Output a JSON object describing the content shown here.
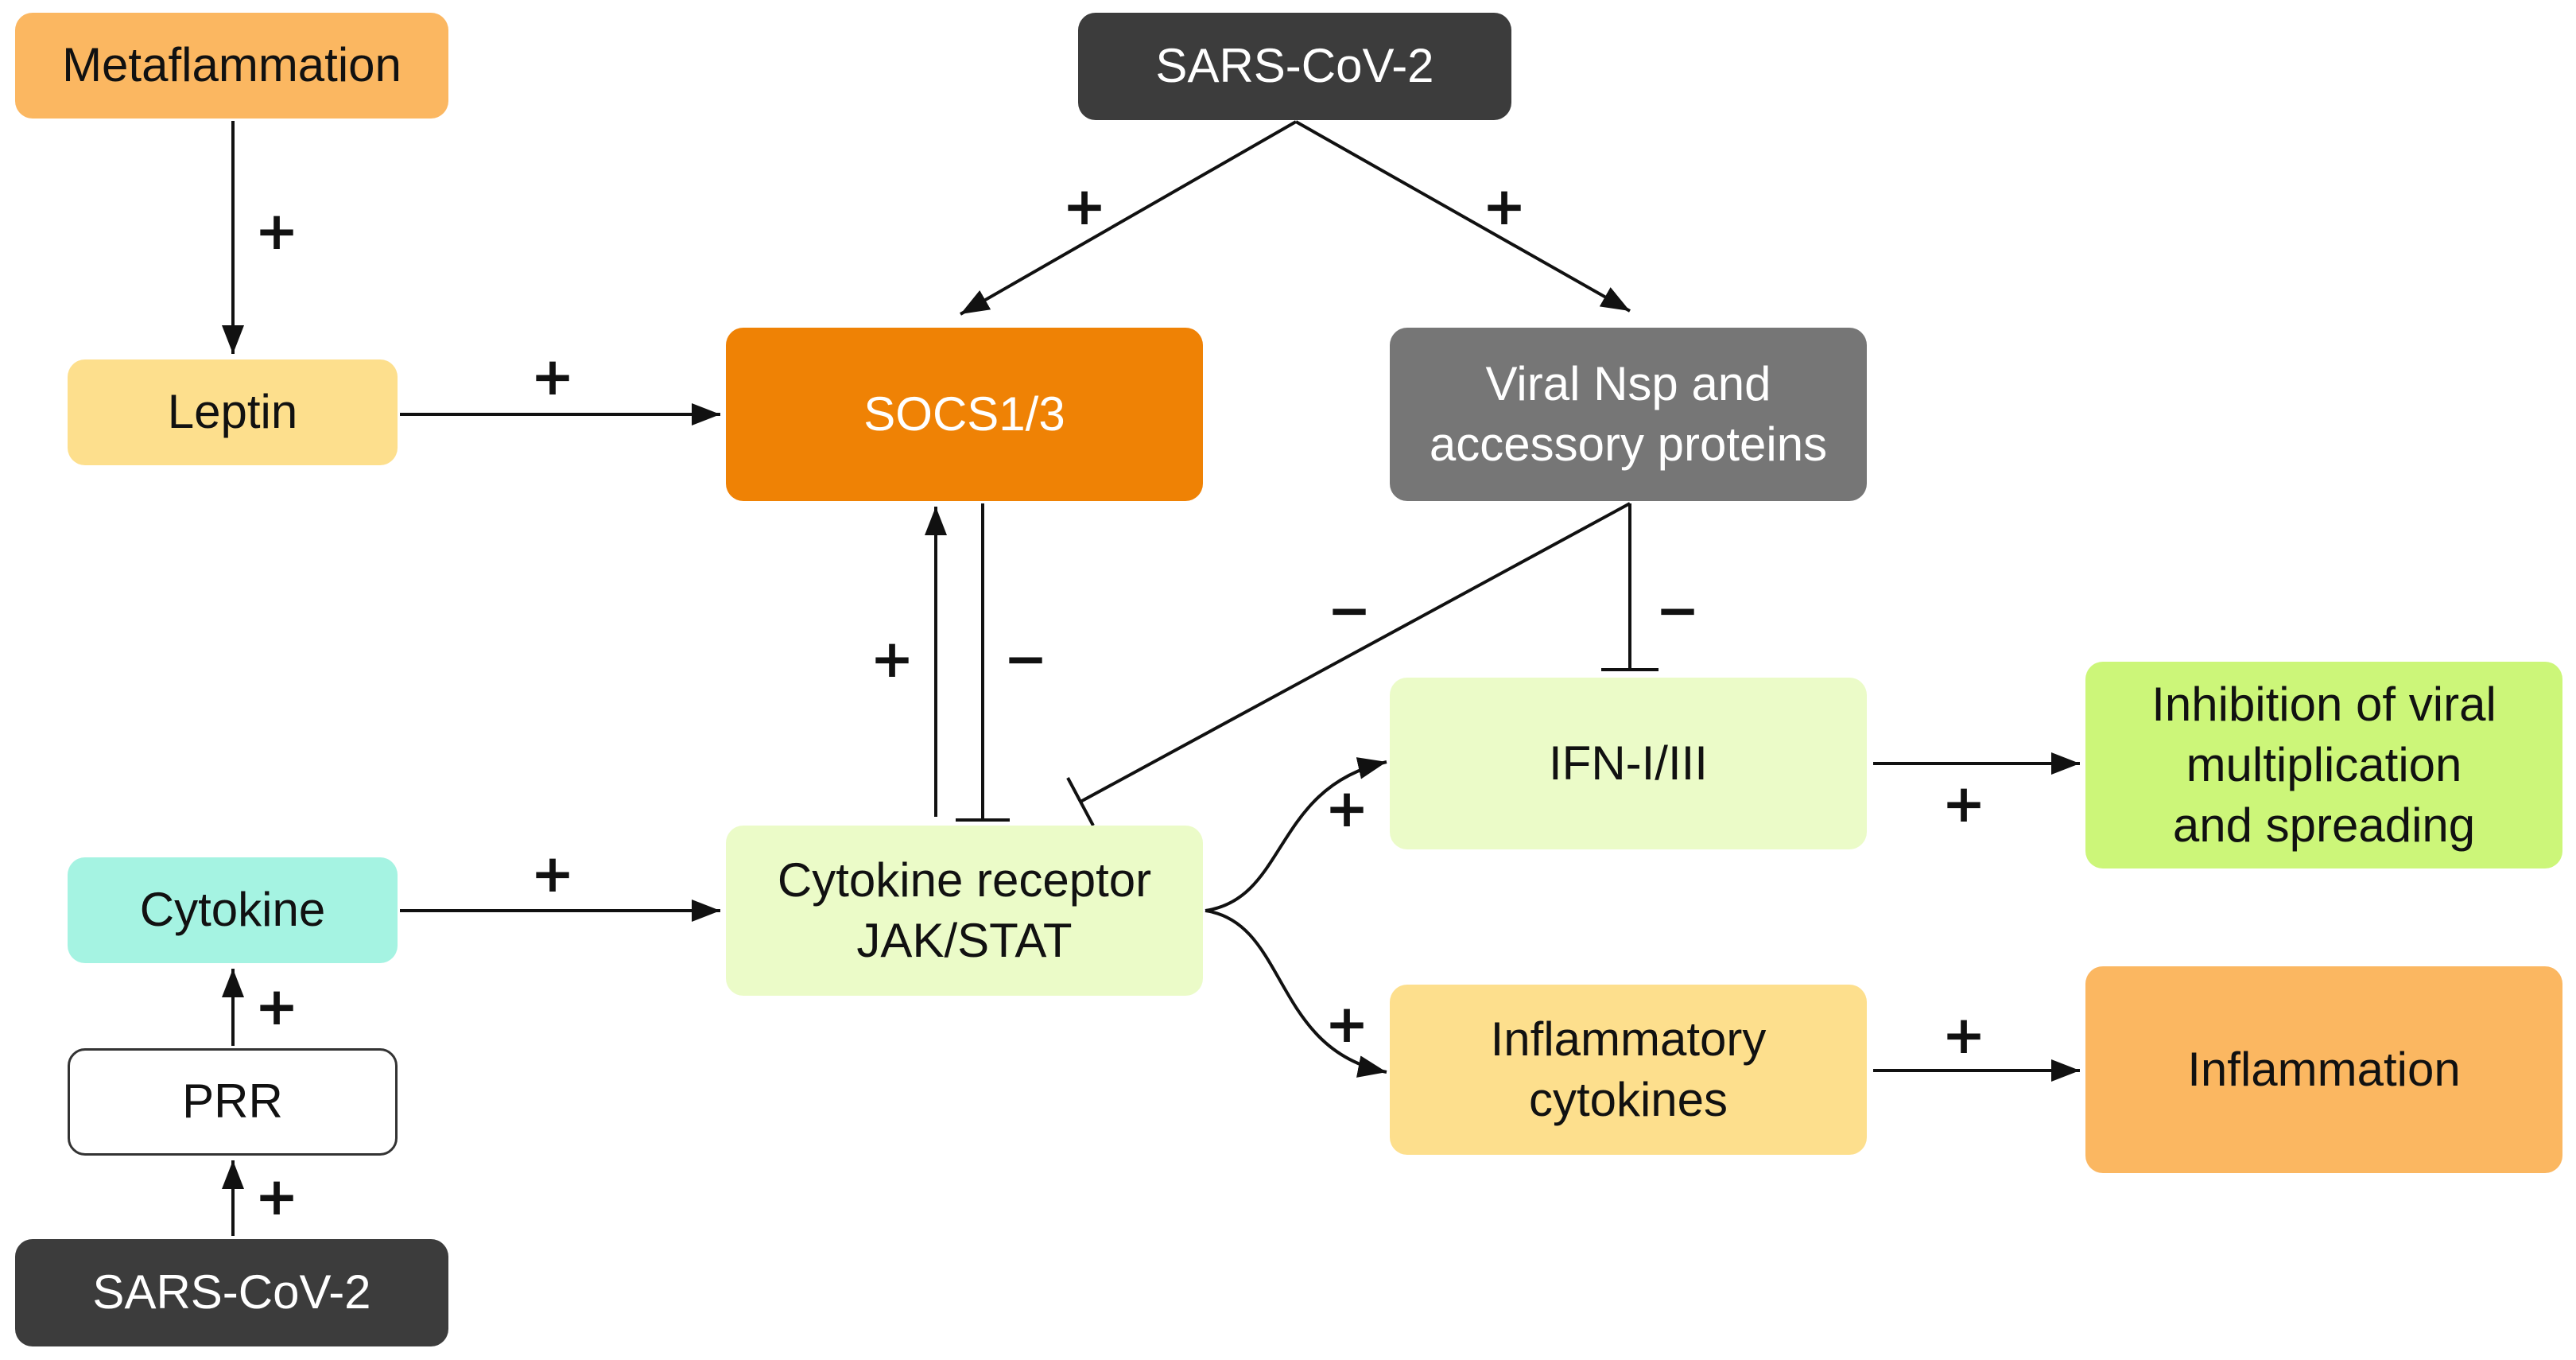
{
  "colors": {
    "orange_light": "#FBB761",
    "yellow": "#FDDF8D",
    "orange": "#EF8205",
    "dark_gray": "#3C3C3C",
    "gray": "#767676",
    "pale_green": "#EBFBC8",
    "lime": "#CCF679",
    "cyan": "#A5F3E2",
    "white": "#FFFFFF",
    "line": "#111111"
  },
  "nodes": {
    "metaflammation": "Metaflammation",
    "leptin": "Leptin",
    "sars_top": "SARS-CoV-2",
    "socs": "SOCS1/3",
    "viral_nsp": "Viral Nsp and\naccessory proteins",
    "ifn": "IFN-I/III",
    "inhibition": "Inhibition of viral\nmultiplication\nand spreading",
    "cytokine": "Cytokine",
    "prr": "PRR",
    "sars_bottom": "SARS-CoV-2",
    "receptor": "Cytokine receptor\nJAK/STAT",
    "inflammatory_cytokines": "Inflammatory\ncytokines",
    "inflammation": "Inflammation"
  },
  "signs": {
    "plus": "+",
    "minus": "−"
  }
}
